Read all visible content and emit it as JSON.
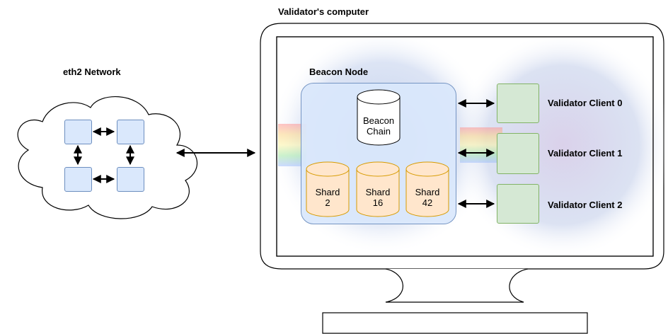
{
  "computer": {
    "title": "Validator's computer"
  },
  "network": {
    "title": "eth2 Network"
  },
  "beacon_node": {
    "title": "Beacon Node",
    "chain": {
      "line1": "Beacon",
      "line2": "Chain"
    },
    "shards": [
      {
        "line1": "Shard",
        "line2": "2"
      },
      {
        "line1": "Shard",
        "line2": "16"
      },
      {
        "line1": "Shard",
        "line2": "42"
      }
    ]
  },
  "validator_clients": [
    {
      "label": "Validator Client 0"
    },
    {
      "label": "Validator Client 1"
    },
    {
      "label": "Validator Client 2"
    }
  ],
  "colors": {
    "node_fill": "#dae8fc",
    "node_stroke": "#6c8ebf",
    "shard_fill": "#ffe6cc",
    "shard_stroke": "#d79b00",
    "client_fill": "#d5e8d4",
    "client_stroke": "#82b366"
  }
}
